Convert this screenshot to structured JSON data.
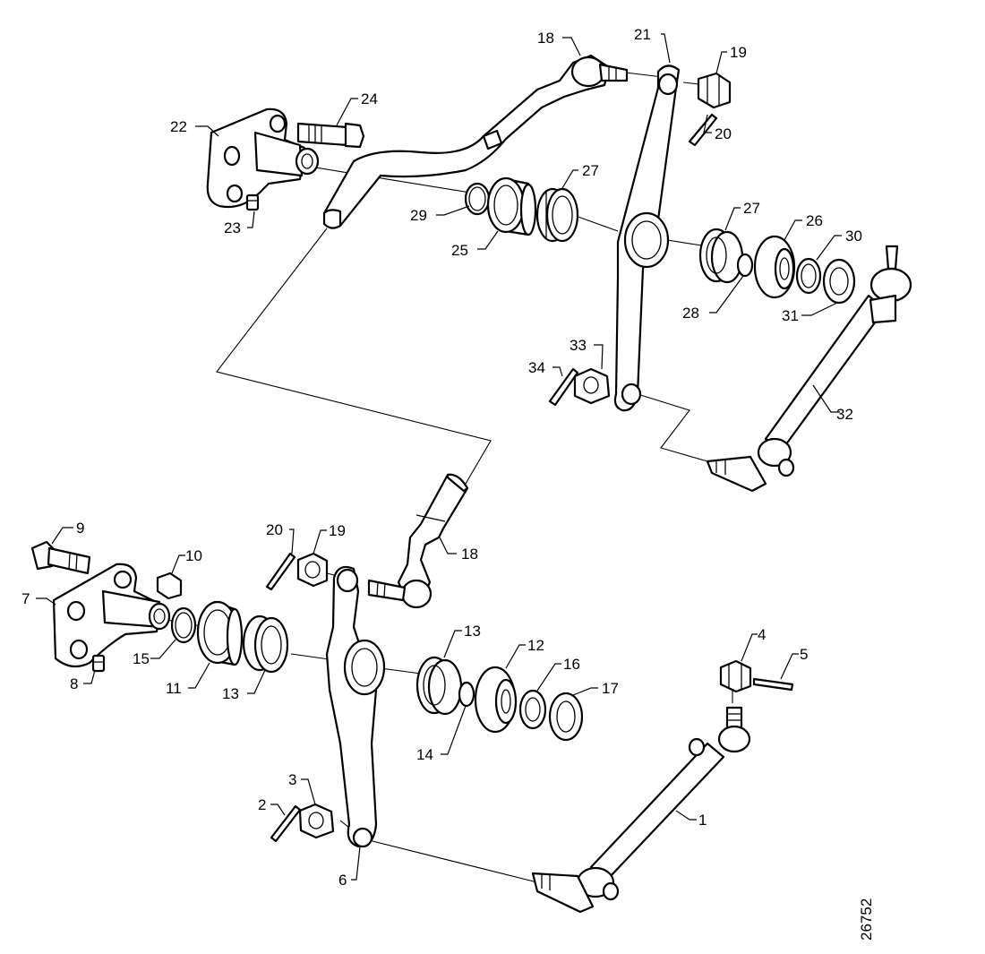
{
  "labels": {
    "n1": "1",
    "n2": "2",
    "n3": "3",
    "n4": "4",
    "n5": "5",
    "n6": "6",
    "n7": "7",
    "n8": "8",
    "n9": "9",
    "n10": "10",
    "n11": "11",
    "n12": "12",
    "n13a": "13",
    "n13b": "13",
    "n14": "14",
    "n15": "15",
    "n16": "16",
    "n17": "17",
    "n18a": "18",
    "n18b": "18",
    "n19a": "19",
    "n19b": "19",
    "n20a": "20",
    "n20b": "20",
    "n21": "21",
    "n22": "22",
    "n23": "23",
    "n24": "24",
    "n25": "25",
    "n26": "26",
    "n27a": "27",
    "n27b": "27",
    "n28": "28",
    "n29": "29",
    "n30": "30",
    "n31": "31",
    "n32": "32",
    "n33": "33",
    "n34": "34"
  },
  "reference": "26752"
}
